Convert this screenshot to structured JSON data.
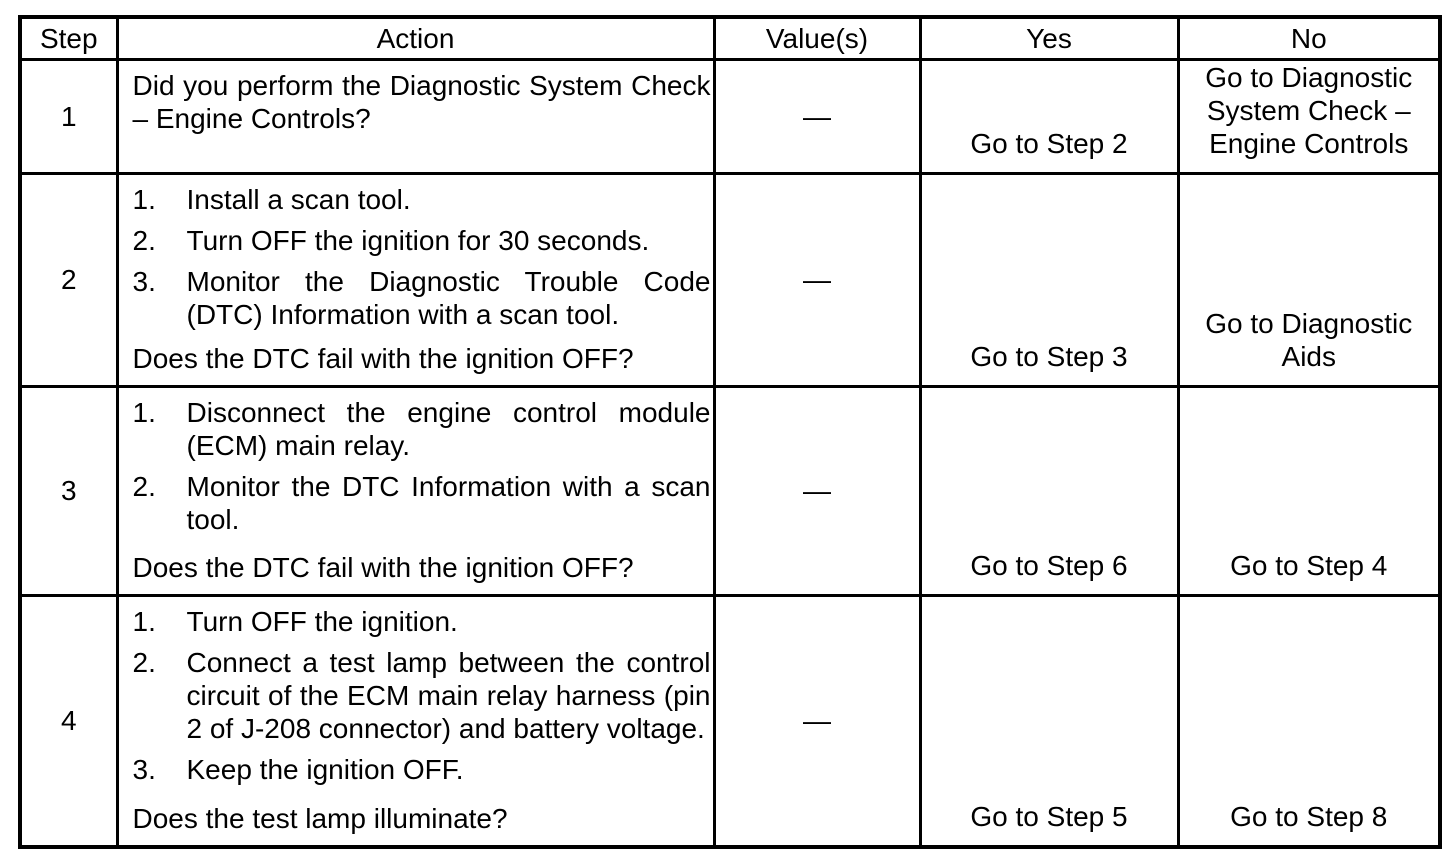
{
  "colors": {
    "background": "#ffffff",
    "text": "#000000",
    "border": "#000000"
  },
  "table": {
    "headers": {
      "step": "Step",
      "action": "Action",
      "values": "Value(s)",
      "yes": "Yes",
      "no": "No"
    },
    "rows": [
      {
        "step": "1",
        "items": [],
        "question": "Did you perform the Diagnostic System Check – Engine Controls?",
        "value": "—",
        "yes": "Go to Step 2",
        "no": "Go to Diagnostic System Check – Engine Controls"
      },
      {
        "step": "2",
        "items": [
          {
            "num": "1.",
            "text": "Install a scan tool."
          },
          {
            "num": "2.",
            "text": "Turn OFF the ignition for 30 seconds."
          },
          {
            "num": "3.",
            "text": "Monitor the Diagnostic Trouble Code (DTC) Information with a scan tool."
          }
        ],
        "question": "Does the DTC fail with the ignition OFF?",
        "value": "—",
        "yes": "Go to Step 3",
        "no": "Go to Diagnostic Aids"
      },
      {
        "step": "3",
        "items": [
          {
            "num": "1.",
            "text": "Disconnect the engine control module (ECM) main relay."
          },
          {
            "num": "2.",
            "text": "Monitor the DTC Information with a scan tool."
          }
        ],
        "question": "Does the DTC fail with the ignition OFF?",
        "value": "—",
        "yes": "Go to Step 6",
        "no": "Go to Step 4"
      },
      {
        "step": "4",
        "items": [
          {
            "num": "1.",
            "text": "Turn OFF the ignition."
          },
          {
            "num": "2.",
            "text": "Connect a test lamp between the control circuit of the ECM main relay harness (pin 2 of J-208 connector) and battery voltage."
          },
          {
            "num": "3.",
            "text": "Keep the ignition OFF."
          }
        ],
        "question": "Does the test lamp illuminate?",
        "value": "—",
        "yes": "Go to Step 5",
        "no": "Go to Step 8"
      }
    ]
  }
}
